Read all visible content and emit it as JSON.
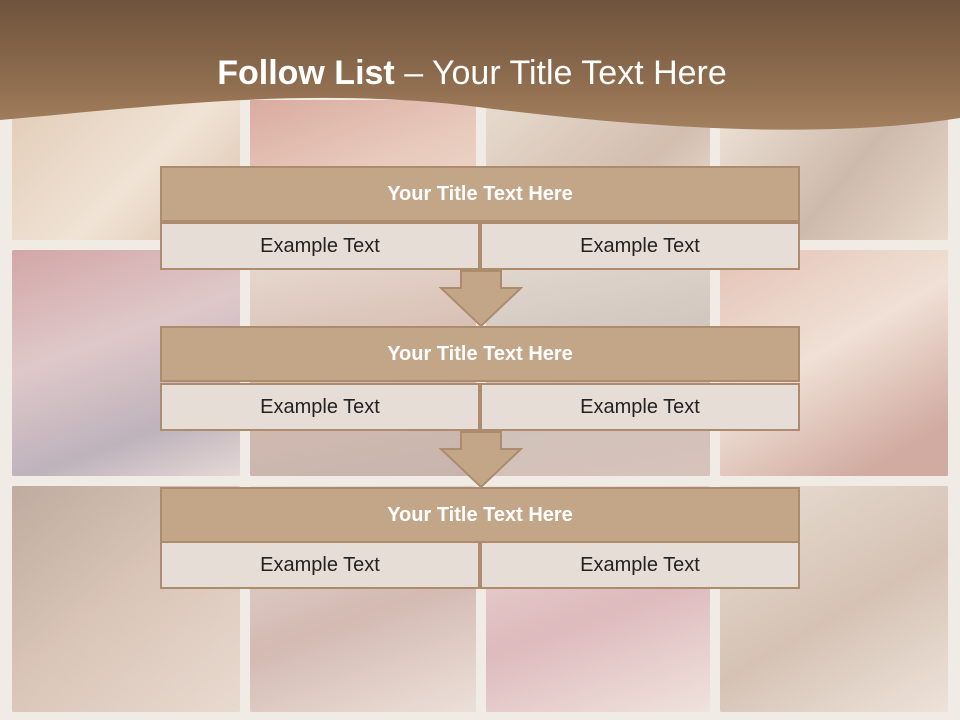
{
  "header": {
    "title_bold": "Follow List",
    "title_rest": " – Your Title Text Here"
  },
  "steps": [
    {
      "title": "Your Title Text Here",
      "cells": [
        "Example Text",
        "Example Text"
      ]
    },
    {
      "title": "Your Title Text Here",
      "cells": [
        "Example Text",
        "Example Text"
      ]
    },
    {
      "title": "Your Title Text Here",
      "cells": [
        "Example Text",
        "Example Text"
      ]
    }
  ],
  "colors": {
    "banner": "#8b6a4c",
    "title_fill": "#c3a688",
    "border": "#ad8c6d",
    "cell_fill": "#e6ddd7",
    "arrow_fill": "#c3a688"
  }
}
